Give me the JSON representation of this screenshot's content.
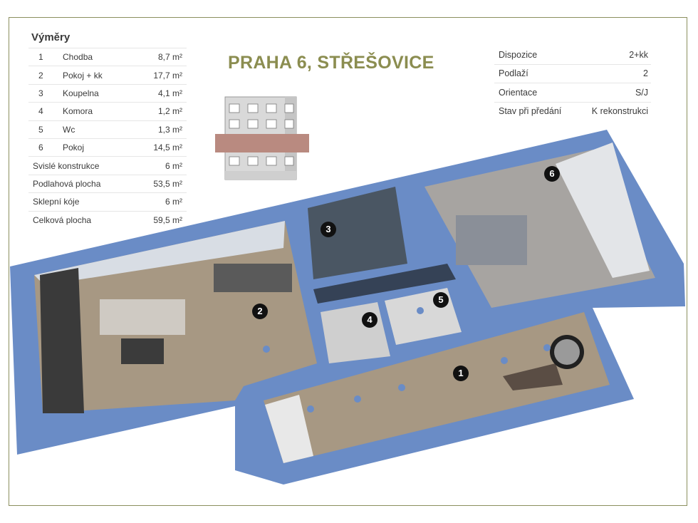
{
  "areas": {
    "heading": "Výměry",
    "rooms": [
      {
        "num": "1",
        "name": "Chodba",
        "value": "8,7 m²"
      },
      {
        "num": "2",
        "name": "Pokoj + kk",
        "value": "17,7 m²"
      },
      {
        "num": "3",
        "name": "Koupelna",
        "value": "4,1 m²"
      },
      {
        "num": "4",
        "name": "Komora",
        "value": "1,2 m²"
      },
      {
        "num": "5",
        "name": "Wc",
        "value": "1,3 m²"
      },
      {
        "num": "6",
        "name": "Pokoj",
        "value": "14,5 m²"
      }
    ],
    "totals": [
      {
        "name": "Svislé konstrukce",
        "value": "6 m²"
      },
      {
        "name": "Podlahová plocha",
        "value": "53,5 m²"
      },
      {
        "name": "Sklepní kóje",
        "value": "6 m²"
      },
      {
        "name": "Celková plocha",
        "value": "59,5 m²"
      }
    ]
  },
  "title": "PRAHA 6, STŘEŠOVICE",
  "info": [
    {
      "key": "Dispozice",
      "value": "2+kk"
    },
    {
      "key": "Podlaží",
      "value": "2"
    },
    {
      "key": "Orientace",
      "value": "S/J"
    },
    {
      "key": "Stav při předání",
      "value": "K rekonstrukci"
    }
  ],
  "markers": [
    "1",
    "2",
    "3",
    "4",
    "5",
    "6"
  ],
  "colors": {
    "accent": "#8b8d50",
    "plan_blue": "#6a8cc6",
    "floor": "#a79883",
    "highlight_floor": "#b98a80"
  }
}
